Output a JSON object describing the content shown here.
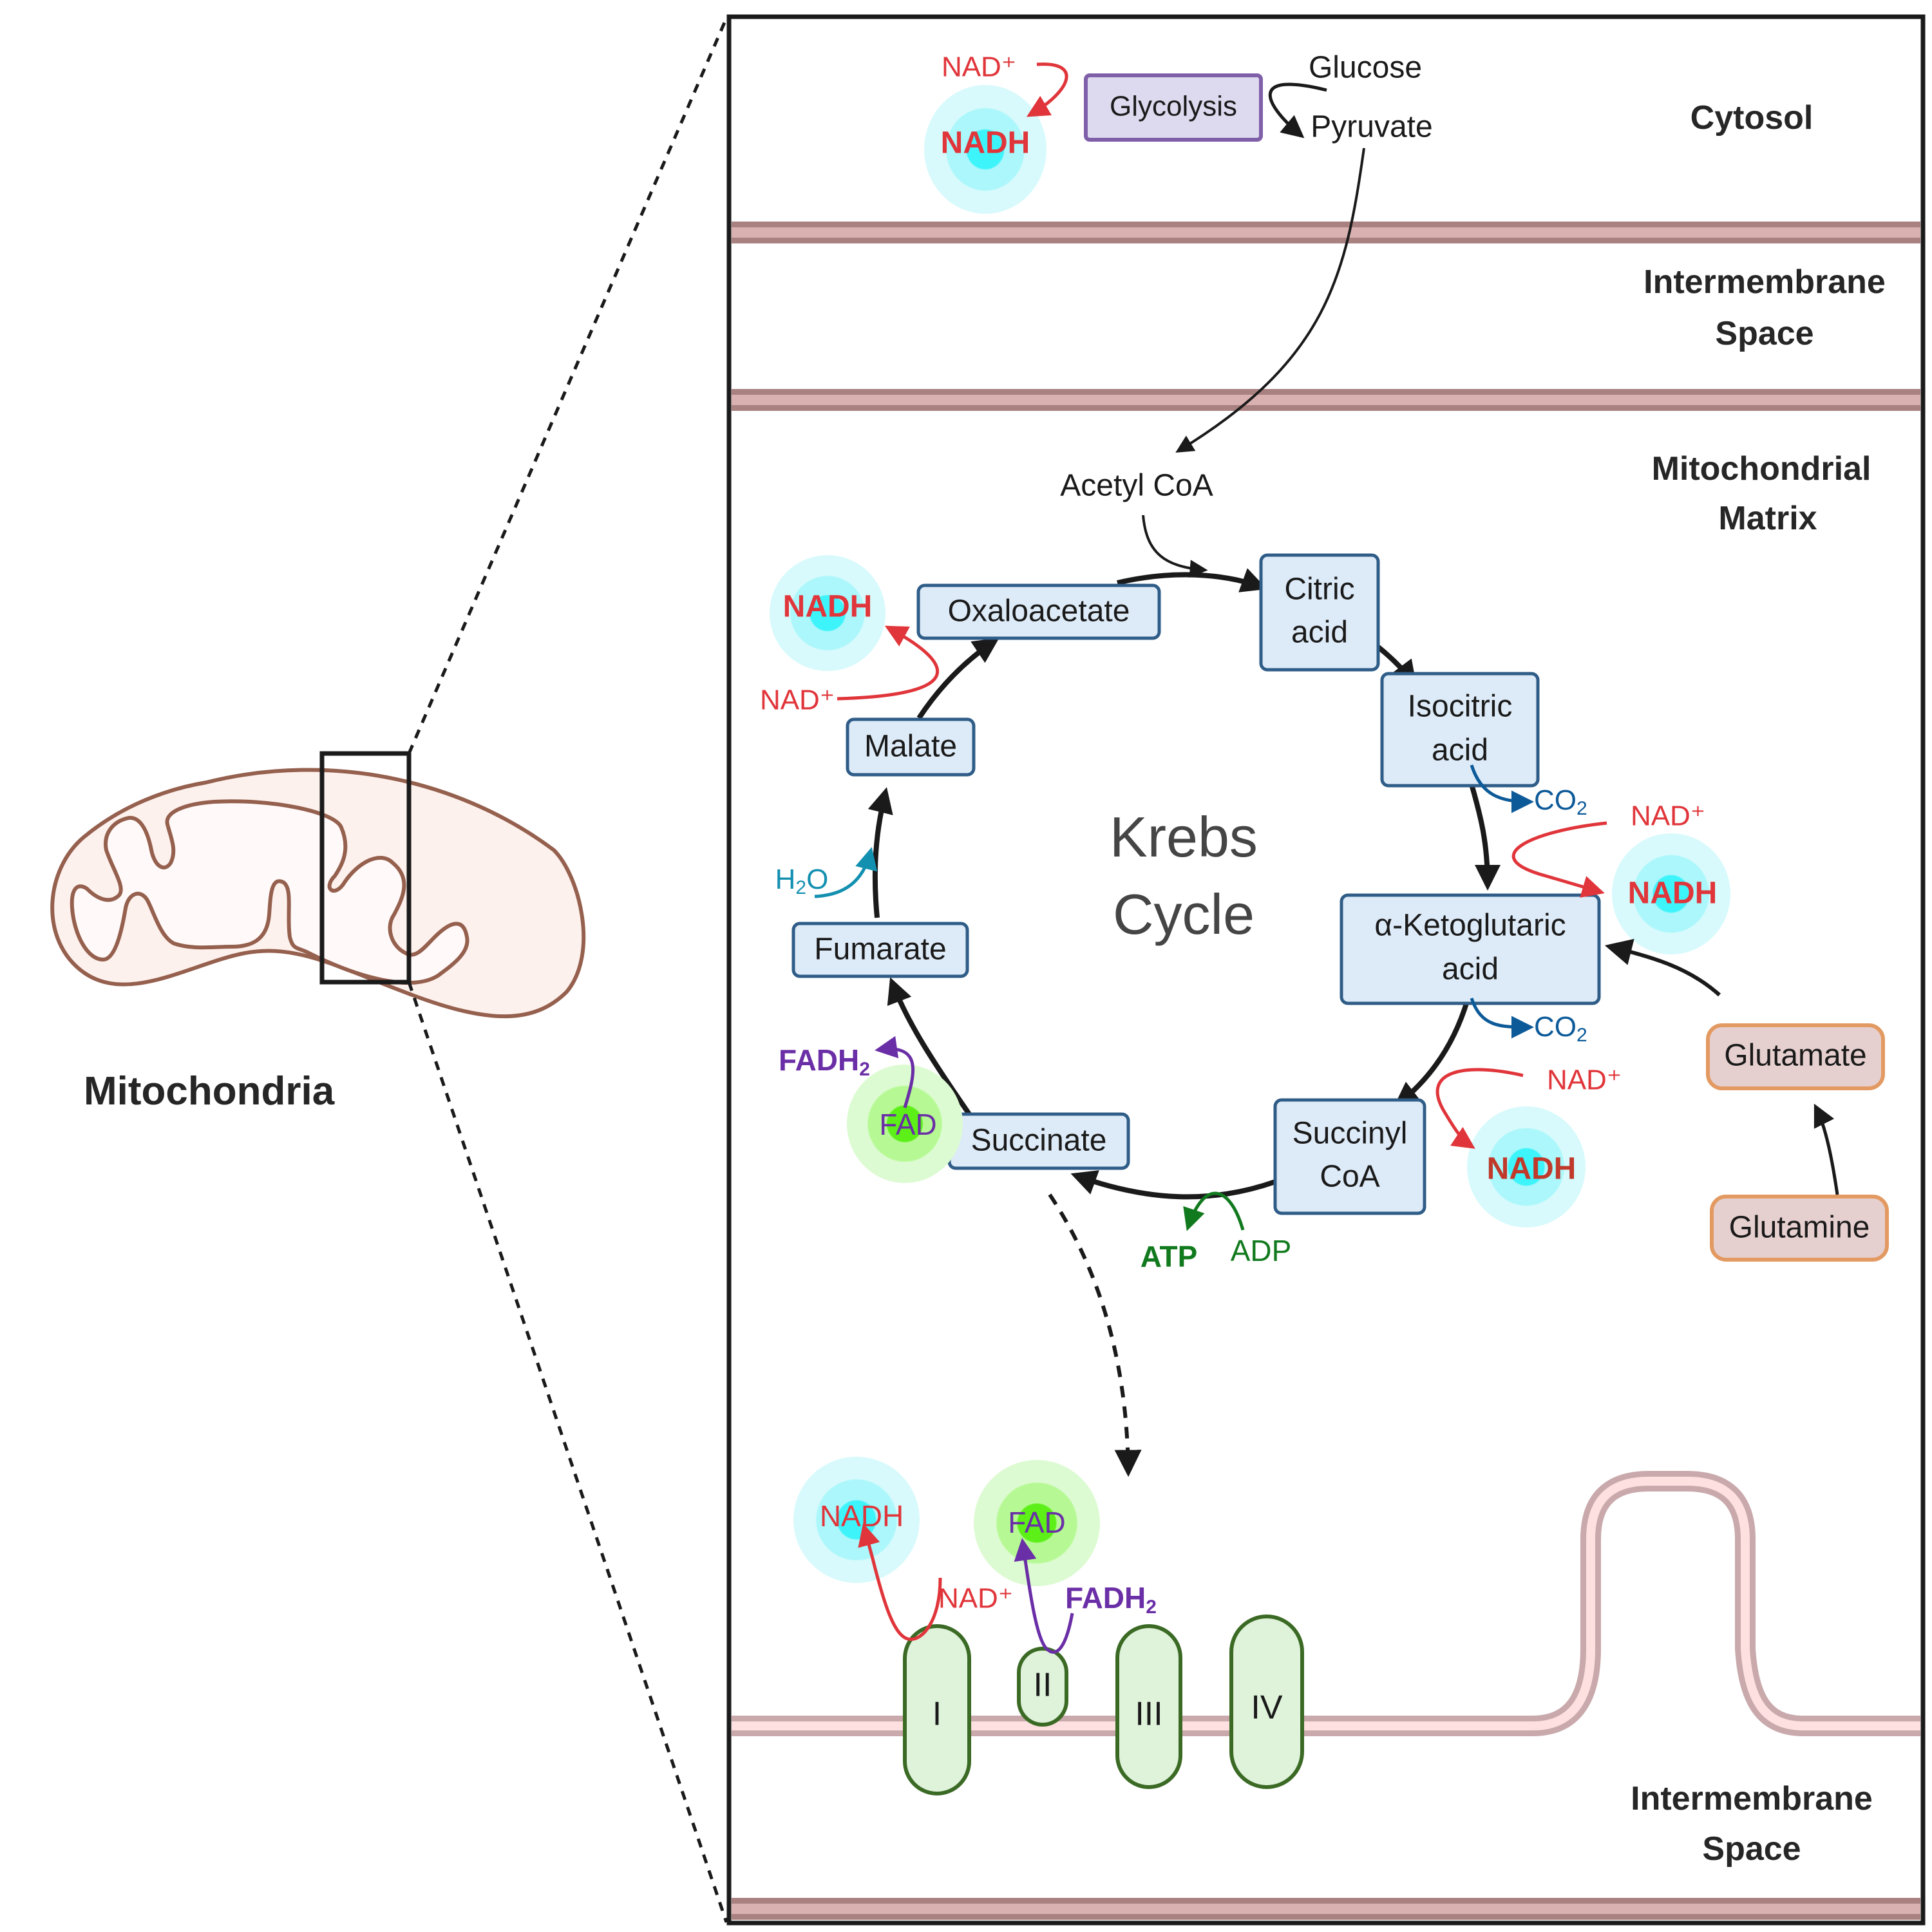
{
  "left_panel": {
    "organelle_label": "Mitochondria"
  },
  "regions": {
    "cytosol": "Cytosol",
    "intermembrane_top_line1": "Intermembrane",
    "intermembrane_top_line2": "Space",
    "matrix_line1": "Mitochondrial",
    "matrix_line2": "Matrix",
    "intermembrane_bottom_line1": "Intermembrane",
    "intermembrane_bottom_line2": "Space"
  },
  "glycolysis": {
    "box_label": "Glycolysis",
    "substrate": "Glucose",
    "product": "Pyruvate",
    "cofactor_in": "NAD⁺",
    "cofactor_out": "NADH"
  },
  "acetyl_coa": "Acetyl CoA",
  "krebs": {
    "title_line1": "Krebs",
    "title_line2": "Cycle",
    "intermediates": {
      "citric_line1": "Citric",
      "citric_line2": "acid",
      "isocitric_line1": "Isocitric",
      "isocitric_line2": "acid",
      "aketo_line1": "α-Ketoglutaric",
      "aketo_line2": "acid",
      "succinyl_line1": "Succinyl",
      "succinyl_line2": "CoA",
      "succinate": "Succinate",
      "fumarate": "Fumarate",
      "malate": "Malate",
      "oxaloacetate": "Oxaloacetate"
    },
    "byproducts": {
      "co2_1": "CO",
      "co2_1_sub": "2",
      "co2_2": "CO",
      "co2_2_sub": "2",
      "nad_plus_1": "NAD⁺",
      "nadh_1": "NADH",
      "nad_plus_2": "NAD⁺",
      "nadh_2": "NADH",
      "nad_plus_3": "NAD⁺",
      "nadh_3": "NADH",
      "atp": "ATP",
      "adp": "ADP",
      "fad": "FAD",
      "fadh2": "FADH",
      "fadh2_sub": "2",
      "h2o_h": "H",
      "h2o_sub": "2",
      "h2o_o": "O"
    }
  },
  "anaplerosis": {
    "glutamate": "Glutamate",
    "glutamine": "Glutamine"
  },
  "etc": {
    "nadh": "NADH",
    "nad_plus": "NAD⁺",
    "fad": "FAD",
    "fadh2": "FADH",
    "fadh2_sub": "2",
    "complexes": [
      "I",
      "II",
      "III",
      "IV"
    ]
  },
  "colors": {
    "membrane_dark": "#a98180",
    "membrane_light": "#d9b1b0",
    "inner_membrane_dark": "#c9a9ab",
    "inner_membrane_light": "#fde0df",
    "box_fill": "#ddeaf7",
    "box_stroke": "#2f5d88",
    "glycolysis_fill": "#ddd9ee",
    "glycolysis_stroke": "#7f5fa8",
    "aa_fill": "#e6d0cf",
    "aa_stroke": "#e39a62",
    "complex_fill": "#dff2da",
    "complex_stroke": "#3b6a25",
    "nadh_red": "#e0353a",
    "co2_blue": "#0d5a99",
    "h2o_teal": "#1390b0",
    "fad_purple": "#6a2ea6",
    "atp_green": "#127a1e"
  }
}
